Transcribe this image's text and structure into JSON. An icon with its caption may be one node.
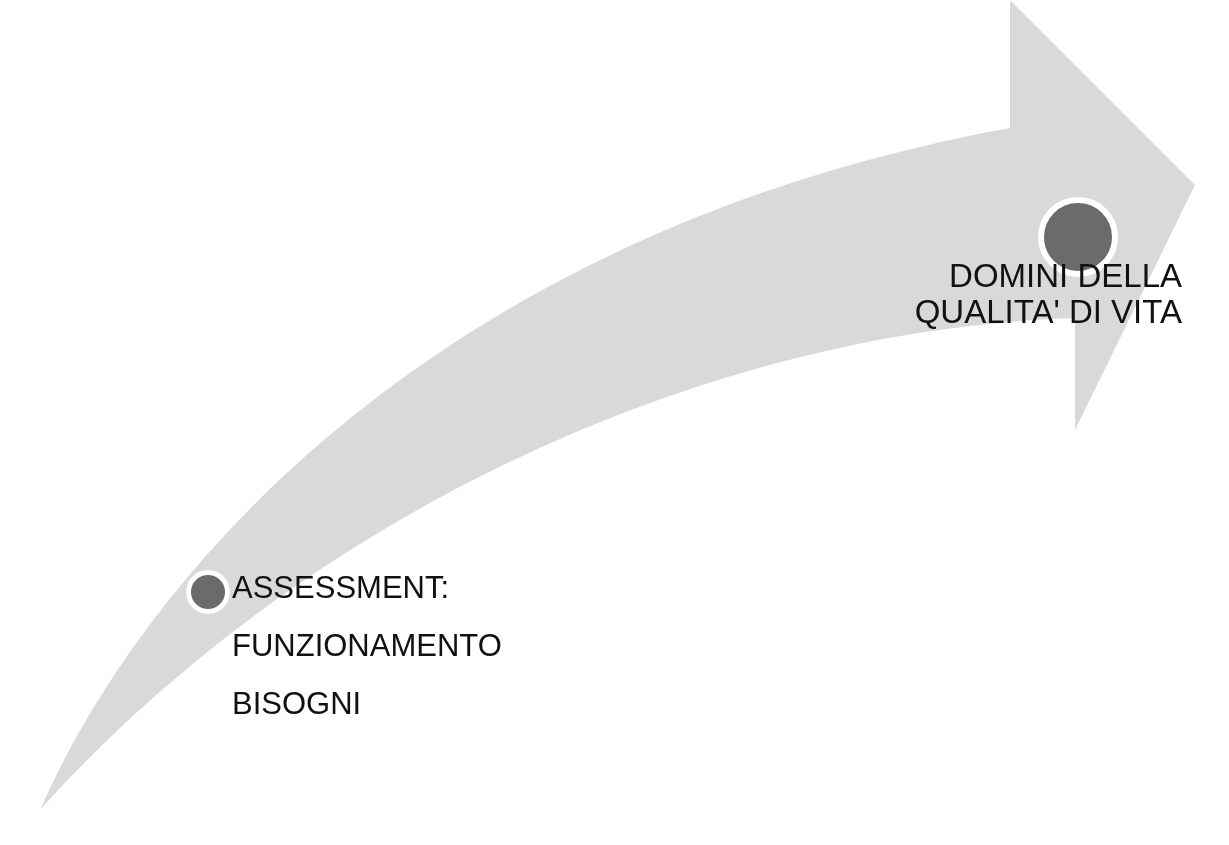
{
  "diagram": {
    "nodes": [
      {
        "text": [],
        "shape": "circle",
        "beside": [
          "ASSESSMENT:",
          "FUNZIONAMENTO",
          "BISOGNI"
        ]
      },
      {
        "text": [],
        "shape": "circle",
        "beside": [
          "DOMINI DELLA QUALITA' DI VITA"
        ]
      }
    ]
  }
}
